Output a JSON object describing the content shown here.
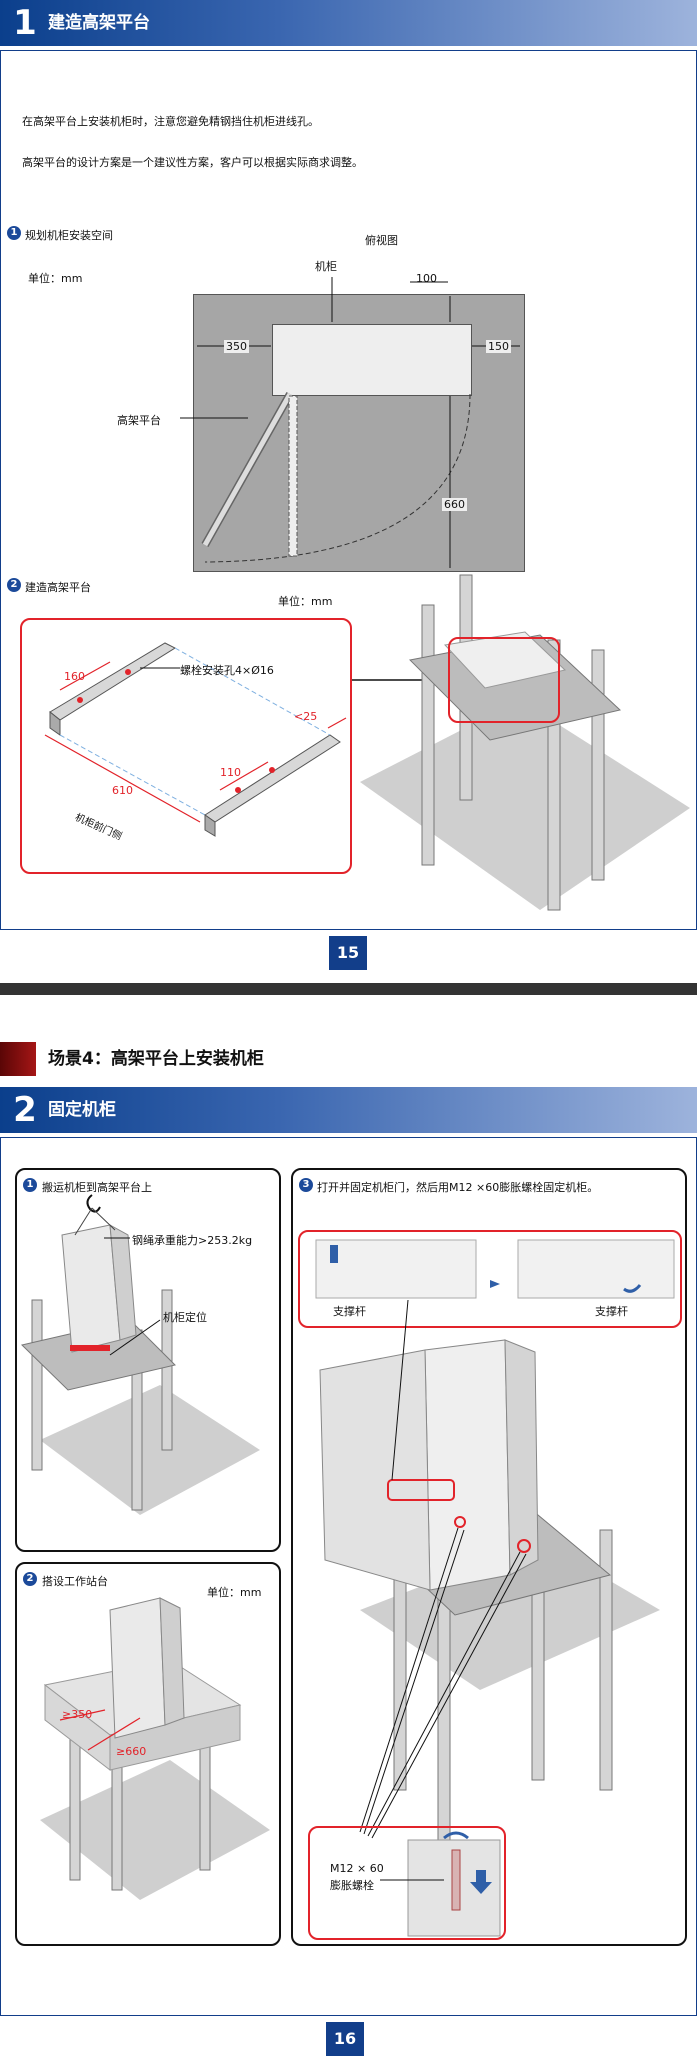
{
  "page15": {
    "section_number": "1",
    "section_title": "建造高架平台",
    "note1": "在高架平台上安装机柜时，注意您避免精钢挡住机柜进线孔。",
    "note2": "高架平台的设计方案是一个建议性方案，客户可以根据实际商求调整。",
    "step1": {
      "num": "1",
      "label": "规划机柜安装空间"
    },
    "view_title": "俯视图",
    "unit_label": "单位：mm",
    "cabinet_label": "机柜",
    "platform_label": "高架平台",
    "dim_350": "350",
    "dim_150": "150",
    "dim_100": "100",
    "dim_660": "660",
    "step2": {
      "num": "2",
      "label": "建造高架平台"
    },
    "unit_label2": "单位：mm",
    "dim_160": "160",
    "bolt_hole_label": "螺栓安装孔4×Ø16",
    "dim_lt25": "<25",
    "dim_110": "110",
    "dim_610": "610",
    "front_label": "机柜前门侧",
    "page_number": "15"
  },
  "page16": {
    "scenario_title": "场景4：高架平台上安装机柜",
    "section_number": "2",
    "section_title": "固定机柜",
    "panel1": {
      "num": "1",
      "label": "搬运机柜到高架平台上",
      "rope_label": "钢绳承重能力>253.2kg",
      "position_label": "机柜定位"
    },
    "panel2": {
      "num": "2",
      "label": "搭设工作站台",
      "unit_label": "单位：mm",
      "dim_350": "≥350",
      "dim_660": "≥660"
    },
    "panel3": {
      "num": "3",
      "label": "打开并固定机柜门，然后用M12 ×60膨胀螺栓固定机柜。",
      "support_left": "支撑杆",
      "support_right": "支撑杆",
      "bolt_label_line1": "M12 × 60",
      "bolt_label_line2": "膨胀螺栓"
    },
    "page_number": "16"
  },
  "colors": {
    "header_blue": "#123e8a",
    "accent_red": "#e2232a",
    "scenario_red": "#8b0d0d"
  }
}
